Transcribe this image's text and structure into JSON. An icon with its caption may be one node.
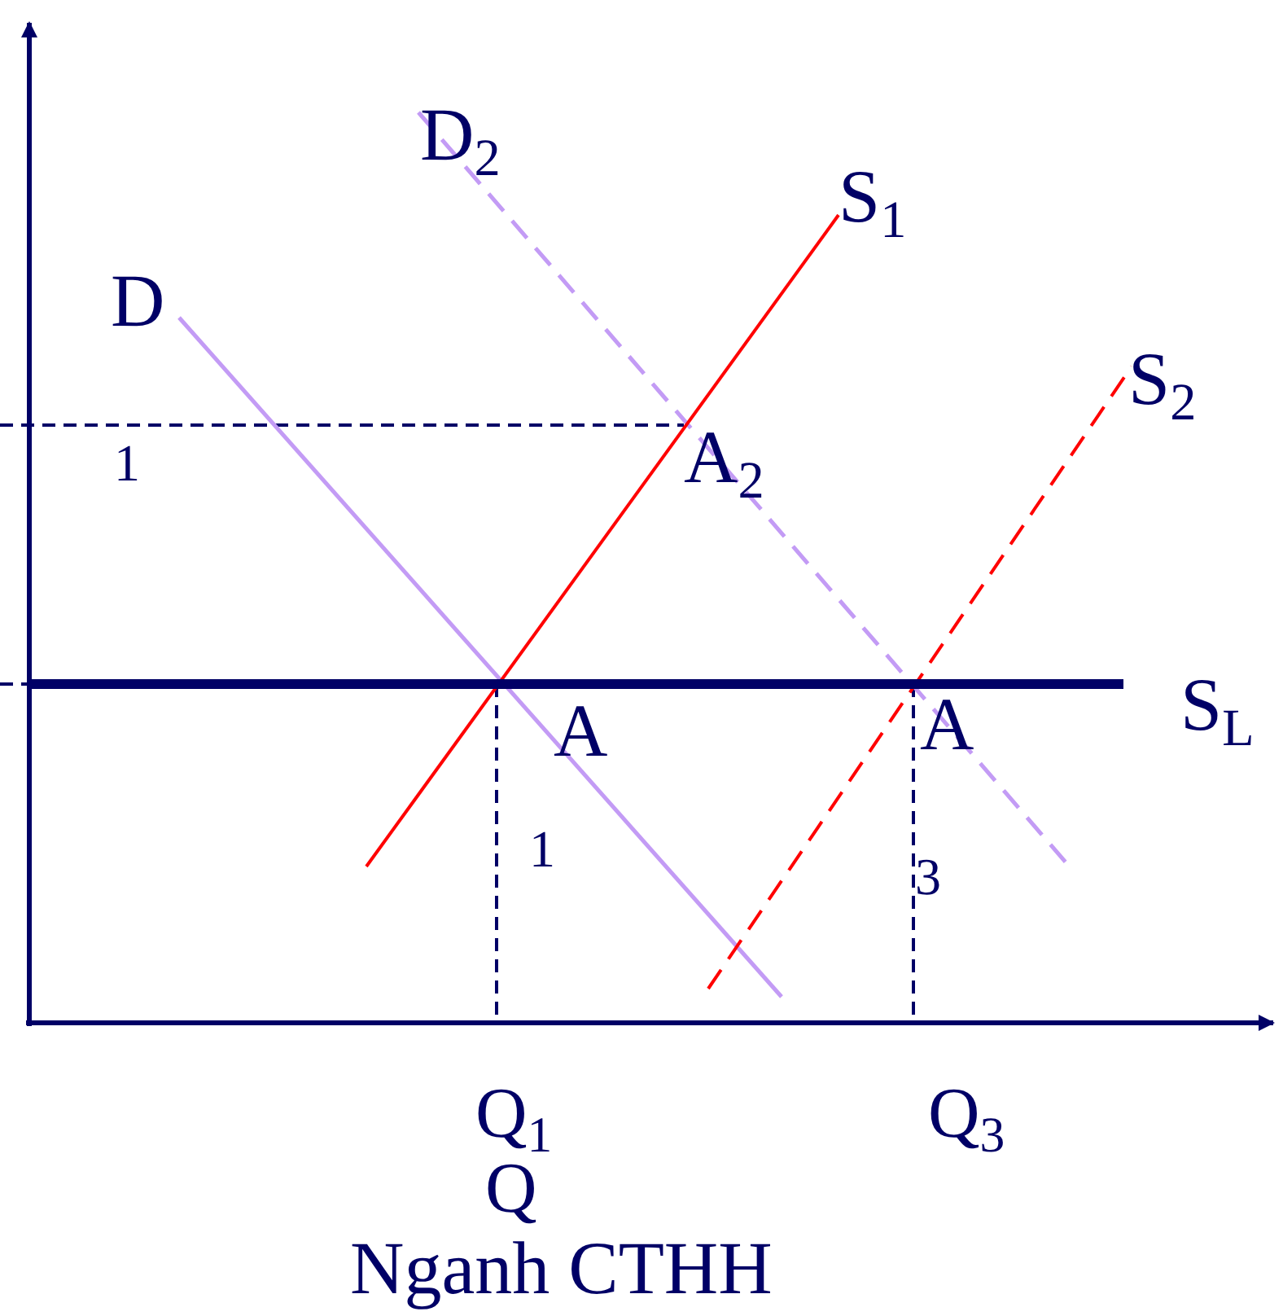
{
  "diagram": {
    "caption": "Nganh CTHH",
    "labels": [
      "D$_{2}$",
      "S$_{1}$",
      "D",
      "S$_{2}$",
      "1",
      "A$_{2}$",
      "A",
      "S$_{L}$",
      "A",
      "1",
      "3",
      "Q$_{1}$",
      "Q",
      "Q$_{3}$"
    ]
  }
}
